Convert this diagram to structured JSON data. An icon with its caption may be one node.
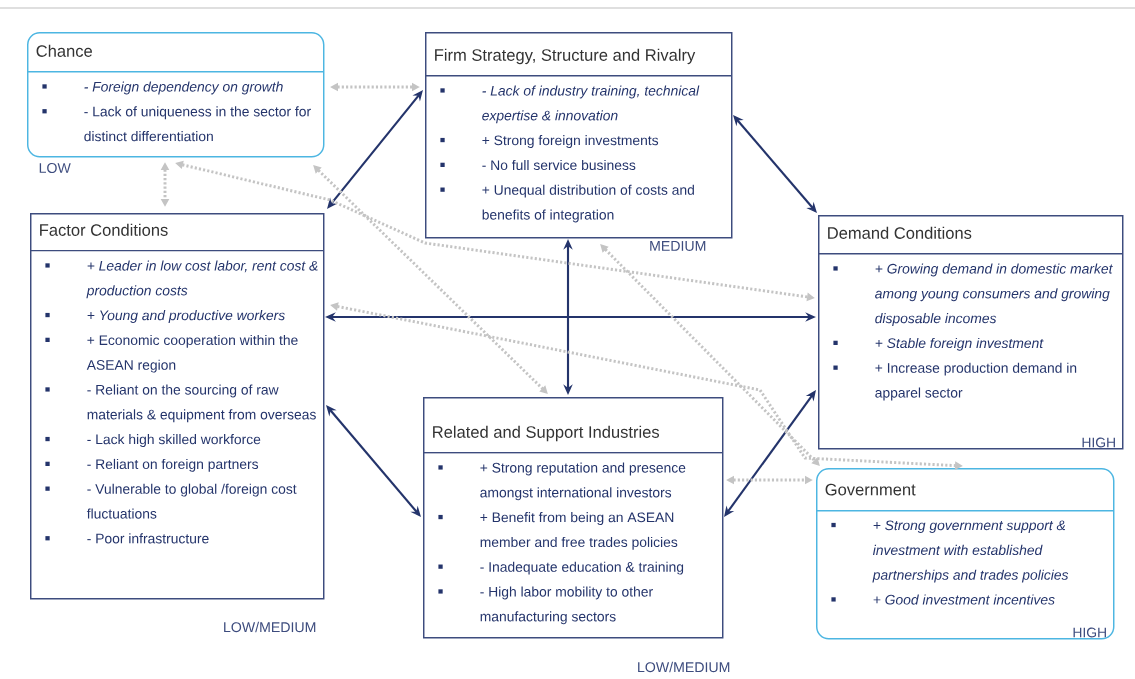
{
  "diagram": {
    "nodes": [
      {
        "text": [
          "Chance",
          "- Foreign dependency on growth",
          "- Lack of uniqueness in the sector for distinct differentiation"
        ],
        "beside": [
          "LOW"
        ]
      },
      {
        "text": [
          "Firm Strategy, Structure and Rivalry",
          "- Lack of industry training, technical expertise & innovation",
          "+ Strong foreign investments",
          "- No full service business",
          "+ Unequal distribution of costs and benefits of integration"
        ],
        "beside": [
          "MEDIUM"
        ]
      },
      {
        "text": [
          "Factor Conditions",
          "+ Leader in low cost labor, rent cost & production costs",
          "+ Young and productive workers",
          "+ Economic cooperation within the ASEAN region",
          "- Reliant on the sourcing of raw materials & equipment from overseas",
          "- Lack high skilled workforce",
          "- Reliant on foreign partners",
          "- Vulnerable to global /foreign cost fluctuations",
          "- Poor infrastructure"
        ],
        "beside": [
          "LOW/MEDIUM"
        ]
      },
      {
        "text": [
          "Demand Conditions",
          "+ Growing demand in domestic market among young consumers and growing disposable incomes",
          "+ Stable foreign investment",
          "+ Increase production demand in apparel sector",
          "HIGH"
        ]
      },
      {
        "text": [
          "Related and Support Industries",
          "+ Strong reputation and presence amongst international investors",
          "+ Benefit from being an ASEAN member and free trades policies",
          "- Inadequate education & training",
          "- High labor mobility to other manufacturing sectors"
        ],
        "beside": [
          "LOW/MEDIUM"
        ]
      },
      {
        "text": [
          "Government",
          "+ Strong government support & investment with established partnerships and trades policies",
          "+ Good investment incentives",
          "HIGH"
        ]
      }
    ],
    "edges": [
      {
        "from": 2,
        "to": 1,
        "arrow": "both",
        "color": "#24346b"
      },
      {
        "from": 1,
        "to": 3,
        "arrow": "both",
        "color": "#24346b"
      },
      {
        "from": 2,
        "to": 3,
        "arrow": "both",
        "color": "#24346b"
      },
      {
        "from": 1,
        "to": 4,
        "arrow": "both",
        "color": "#24346b"
      },
      {
        "from": 2,
        "to": 4,
        "arrow": "both",
        "color": "#24346b"
      },
      {
        "from": 4,
        "to": 3,
        "arrow": "both",
        "color": "#24346b"
      },
      {
        "from": 0,
        "to": 1,
        "arrow": "both",
        "style": "dashed",
        "color": "#c4c4c4"
      },
      {
        "from": 0,
        "to": 2,
        "arrow": "both",
        "style": "dashed",
        "color": "#c4c4c4"
      },
      {
        "from": 0,
        "to": 3,
        "arrow": "both",
        "style": "dashed",
        "color": "#c4c4c4"
      },
      {
        "from": 0,
        "to": 4,
        "arrow": "both",
        "style": "dashed",
        "color": "#c4c4c4"
      },
      {
        "from": 1,
        "to": 5,
        "arrow": "both",
        "style": "dashed",
        "color": "#c4c4c4"
      },
      {
        "from": 2,
        "to": 5,
        "arrow": "both",
        "style": "dashed",
        "color": "#c4c4c4"
      },
      {
        "from": 4,
        "to": 5,
        "arrow": "both",
        "style": "dashed",
        "color": "#c4c4c4"
      }
    ]
  }
}
